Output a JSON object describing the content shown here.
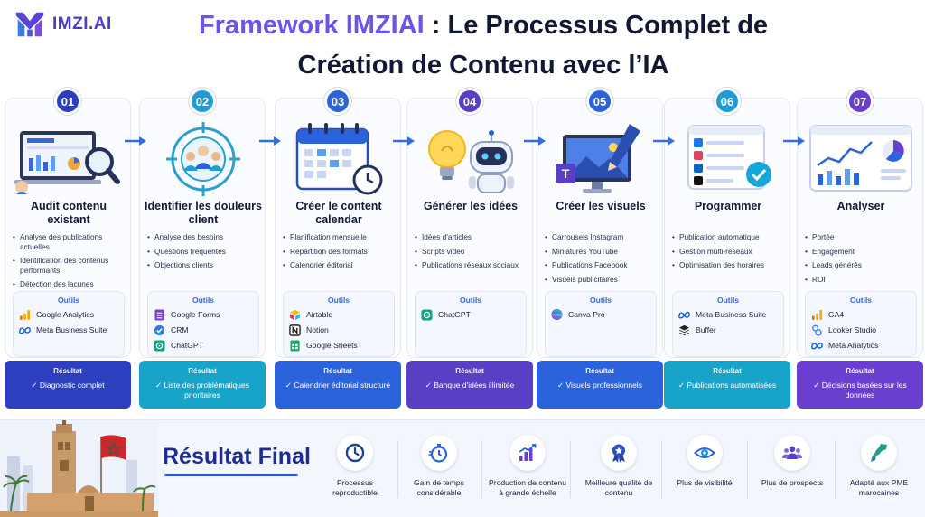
{
  "brand": {
    "logo_text": "IMZI.AI",
    "title_brand": "Framework IMZIAI",
    "title_rest_line1": " : Le Processus Complet de",
    "title_line2": "Création de Contenu avec l’IA"
  },
  "colors": {
    "s1": "#2a3fbf",
    "s2": "#1e9cd6",
    "s3": "#2a63db",
    "s4": "#5a3fc4",
    "s5": "#2a63db",
    "s6": "#1e9cd6",
    "s7": "#6a3fd0",
    "r1": "#2c3fbf",
    "r2": "#18a3c8",
    "r3": "#2a63db",
    "r4": "#5a3fc4",
    "r5": "#2a63db",
    "r6": "#18a3c8",
    "r7": "#6a3fd0",
    "arrow": "#2f6fe0"
  },
  "tools_label": "Outils",
  "result_label": "Résultat",
  "steps": [
    {
      "num": "01",
      "title": "Audit contenu existant",
      "bullets": [
        "Analyse des publications actuelles",
        "Identification des contenus performants",
        "Détection des lacunes"
      ],
      "tools": [
        {
          "name": "Google Analytics",
          "icon": "google-analytics-icon"
        },
        {
          "name": "Meta Business Suite",
          "icon": "meta-icon"
        }
      ],
      "result": "✓ Diagnostic complet"
    },
    {
      "num": "02",
      "title": "Identifier les douleurs client",
      "bullets": [
        "Analyse des besoins",
        "Questions fréquentes",
        "Objections clients"
      ],
      "tools": [
        {
          "name": "Google Forms",
          "icon": "google-forms-icon"
        },
        {
          "name": "CRM",
          "icon": "crm-icon"
        },
        {
          "name": "ChatGPT",
          "icon": "chatgpt-icon"
        }
      ],
      "result": "✓ Liste des problématiques prioritaires"
    },
    {
      "num": "03",
      "title": "Créer le content calendar",
      "bullets": [
        "Planification mensuelle",
        "Répartition des formats",
        "Calendrier éditorial"
      ],
      "tools": [
        {
          "name": "Airtable",
          "icon": "airtable-icon"
        },
        {
          "name": "Notion",
          "icon": "notion-icon"
        },
        {
          "name": "Google Sheets",
          "icon": "google-sheets-icon"
        }
      ],
      "result": "✓ Calendrier éditorial structuré"
    },
    {
      "num": "04",
      "title": "Générer les idées",
      "bullets": [
        "Idées d'articles",
        "Scripts vidéo",
        "Publications réseaux sociaux"
      ],
      "tools": [
        {
          "name": "ChatGPT",
          "icon": "chatgpt-icon"
        }
      ],
      "result": "✓ Banque d'idées illimitée"
    },
    {
      "num": "05",
      "title": "Créer les visuels",
      "bullets": [
        "Carrousels Instagram",
        "Miniatures YouTube",
        "Publications Facebook",
        "Visuels publicitaires"
      ],
      "tools": [
        {
          "name": "Canva Pro",
          "icon": "canva-icon"
        }
      ],
      "result": "✓ Visuels professionnels"
    },
    {
      "num": "06",
      "title": "Programmer",
      "bullets": [
        "Publication automatique",
        "Gestion multi-réseaux",
        "Optimisation des horaires"
      ],
      "tools": [
        {
          "name": "Meta Business Suite",
          "icon": "meta-icon"
        },
        {
          "name": "Buffer",
          "icon": "buffer-icon"
        }
      ],
      "result": "✓ Publications automatisées"
    },
    {
      "num": "07",
      "title": "Analyser",
      "bullets": [
        "Portée",
        "Engagement",
        "Leads générés",
        "ROI"
      ],
      "tools": [
        {
          "name": "GA4",
          "icon": "google-analytics-icon"
        },
        {
          "name": "Looker Studio",
          "icon": "looker-studio-icon"
        },
        {
          "name": "Meta Analytics",
          "icon": "meta-icon"
        }
      ],
      "result": "✓ Décisions basées sur les données"
    }
  ],
  "final": {
    "title": "Résultat Final",
    "benefits": [
      {
        "label": "Processus reproductible",
        "icon": "clock-icon"
      },
      {
        "label": "Gain de temps considérable",
        "icon": "stopwatch-icon"
      },
      {
        "label": "Production de contenu à grande échelle",
        "icon": "growth-chart-icon"
      },
      {
        "label": "Meilleure qualité de contenu",
        "icon": "quality-badge-icon"
      },
      {
        "label": "Plus de visibilité",
        "icon": "eye-icon"
      },
      {
        "label": "Plus de prospects",
        "icon": "people-icon"
      },
      {
        "label": "Adapté aux PME marocaines",
        "icon": "morocco-map-icon"
      }
    ]
  }
}
